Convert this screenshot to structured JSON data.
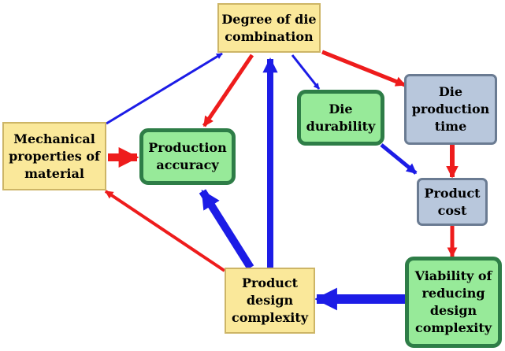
{
  "nodes": {
    "degree_of_die_combination": "Degree of die\ncombination",
    "mechanical_properties": "Mechanical\nproperties of\nmaterial",
    "production_accuracy": "Production\naccuracy",
    "die_durability": "Die\ndurability",
    "die_production_time": "Die\nproduction\ntime",
    "product_cost": "Product\ncost",
    "product_design_complexity": "Product\ndesign\ncomplexity",
    "viability_of_reducing": "Viability of\nreducing\ndesign\ncomplexity"
  },
  "colors": {
    "red": "#ee1c1c",
    "blue": "#1c1ce6",
    "yellow_fill": "#fae89a",
    "green_fill": "#97ea99",
    "green_border": "#2e7d47",
    "blue_fill": "#b8c7dc"
  }
}
